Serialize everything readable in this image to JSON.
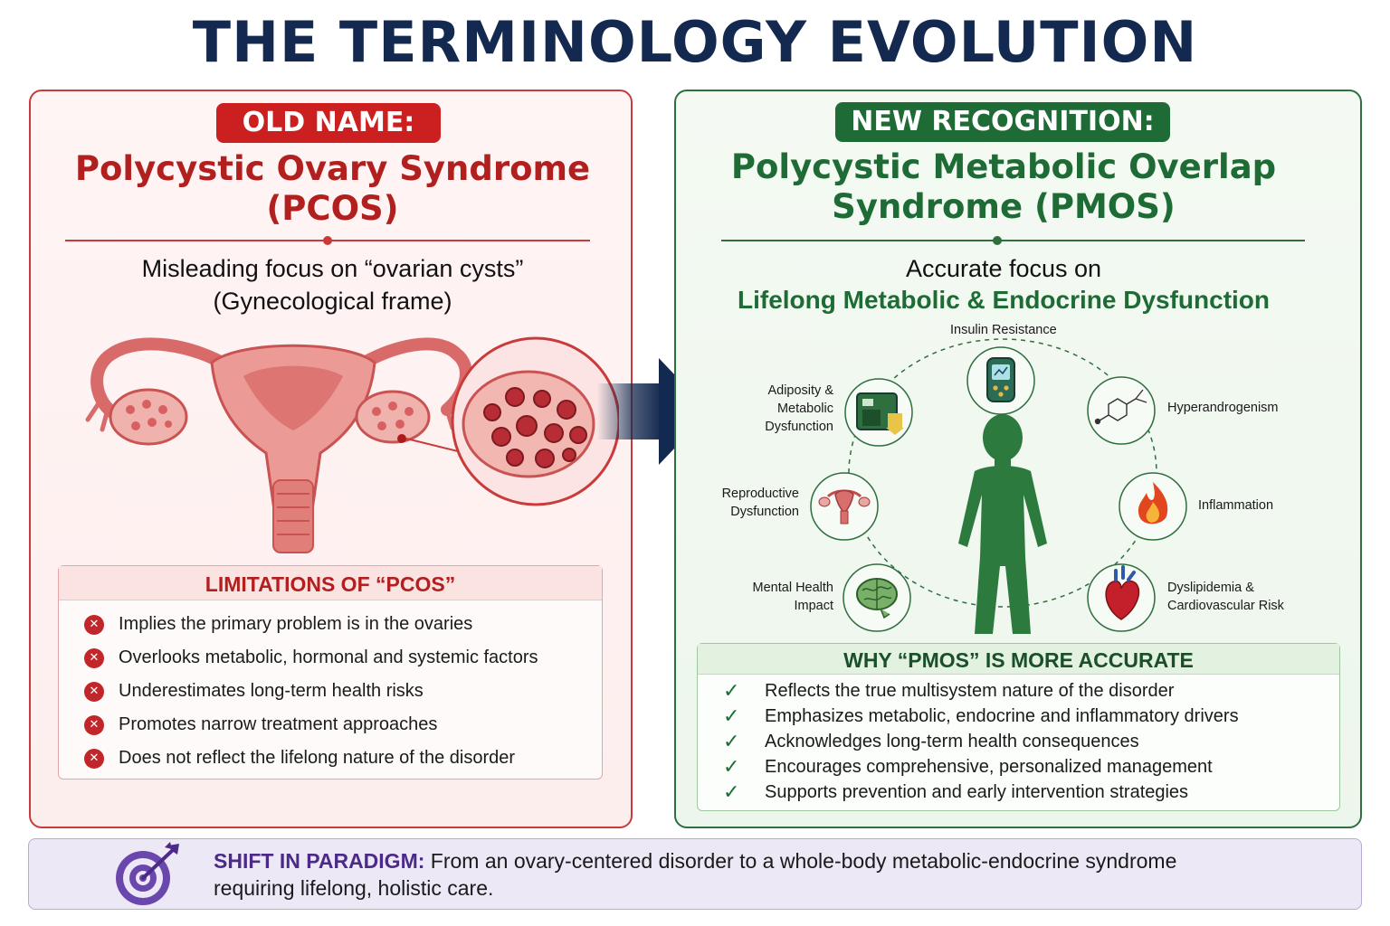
{
  "title": "THE TERMINOLOGY EVOLUTION",
  "old": {
    "pill": "OLD NAME:",
    "name_line1": "Polycystic Ovary Syndrome",
    "name_line2": "(PCOS)",
    "focus_line1": "Misleading focus on “ovarian cysts”",
    "focus_line2": "(Gynecological frame)",
    "limitations_title": "LIMITATIONS OF “PCOS”",
    "limitations": [
      "Implies the primary problem is in the ovaries",
      "Overlooks metabolic, hormonal and systemic factors",
      "Underestimates long-term health risks",
      "Promotes narrow treatment approaches",
      "Does not reflect the lifelong nature of the disorder"
    ]
  },
  "new": {
    "pill": "NEW RECOGNITION:",
    "name_line1": "Polycystic Metabolic Overlap",
    "name_line2": "Syndrome (PMOS)",
    "focus_line1": "Accurate focus on",
    "focus_line2": "Lifelong Metabolic & Endocrine Dysfunction",
    "factors": {
      "insulin": "Insulin Resistance",
      "hyperandrogenism": "Hyperandrogenism",
      "inflammation": "Inflammation",
      "dyslipidemia_line1": "Dyslipidemia &",
      "dyslipidemia_line2": "Cardiovascular Risk",
      "adiposity_line1": "Adiposity &",
      "adiposity_line2": "Metabolic",
      "adiposity_line3": "Dysfunction",
      "reproductive_line1": "Reproductive",
      "reproductive_line2": "Dysfunction",
      "mental_line1": "Mental Health",
      "mental_line2": "Impact"
    },
    "why_title": "WHY “PMOS” IS MORE ACCURATE",
    "why": [
      "Reflects the true multisystem nature of the disorder",
      "Emphasizes metabolic, endocrine and inflammatory drivers",
      "Acknowledges long-term health consequences",
      "Encourages comprehensive, personalized management",
      "Supports prevention and early intervention strategies"
    ]
  },
  "banner": {
    "heading": "SHIFT IN PARADIGM:",
    "text_line1": " From an ovary-centered disorder to a whole-body metabolic-endocrine syndrome",
    "text_line2": "requiring lifelong, holistic care."
  },
  "icons": {
    "limitation_marker": "x-circle-icon",
    "why_marker": "check-icon",
    "banner": "target-arrow-icon",
    "transition": "arrow-right-icon"
  },
  "colors": {
    "old_accent": "#c93a3a",
    "new_accent": "#1e6b35",
    "title": "#14294f",
    "banner_accent": "#4b2a8a"
  }
}
